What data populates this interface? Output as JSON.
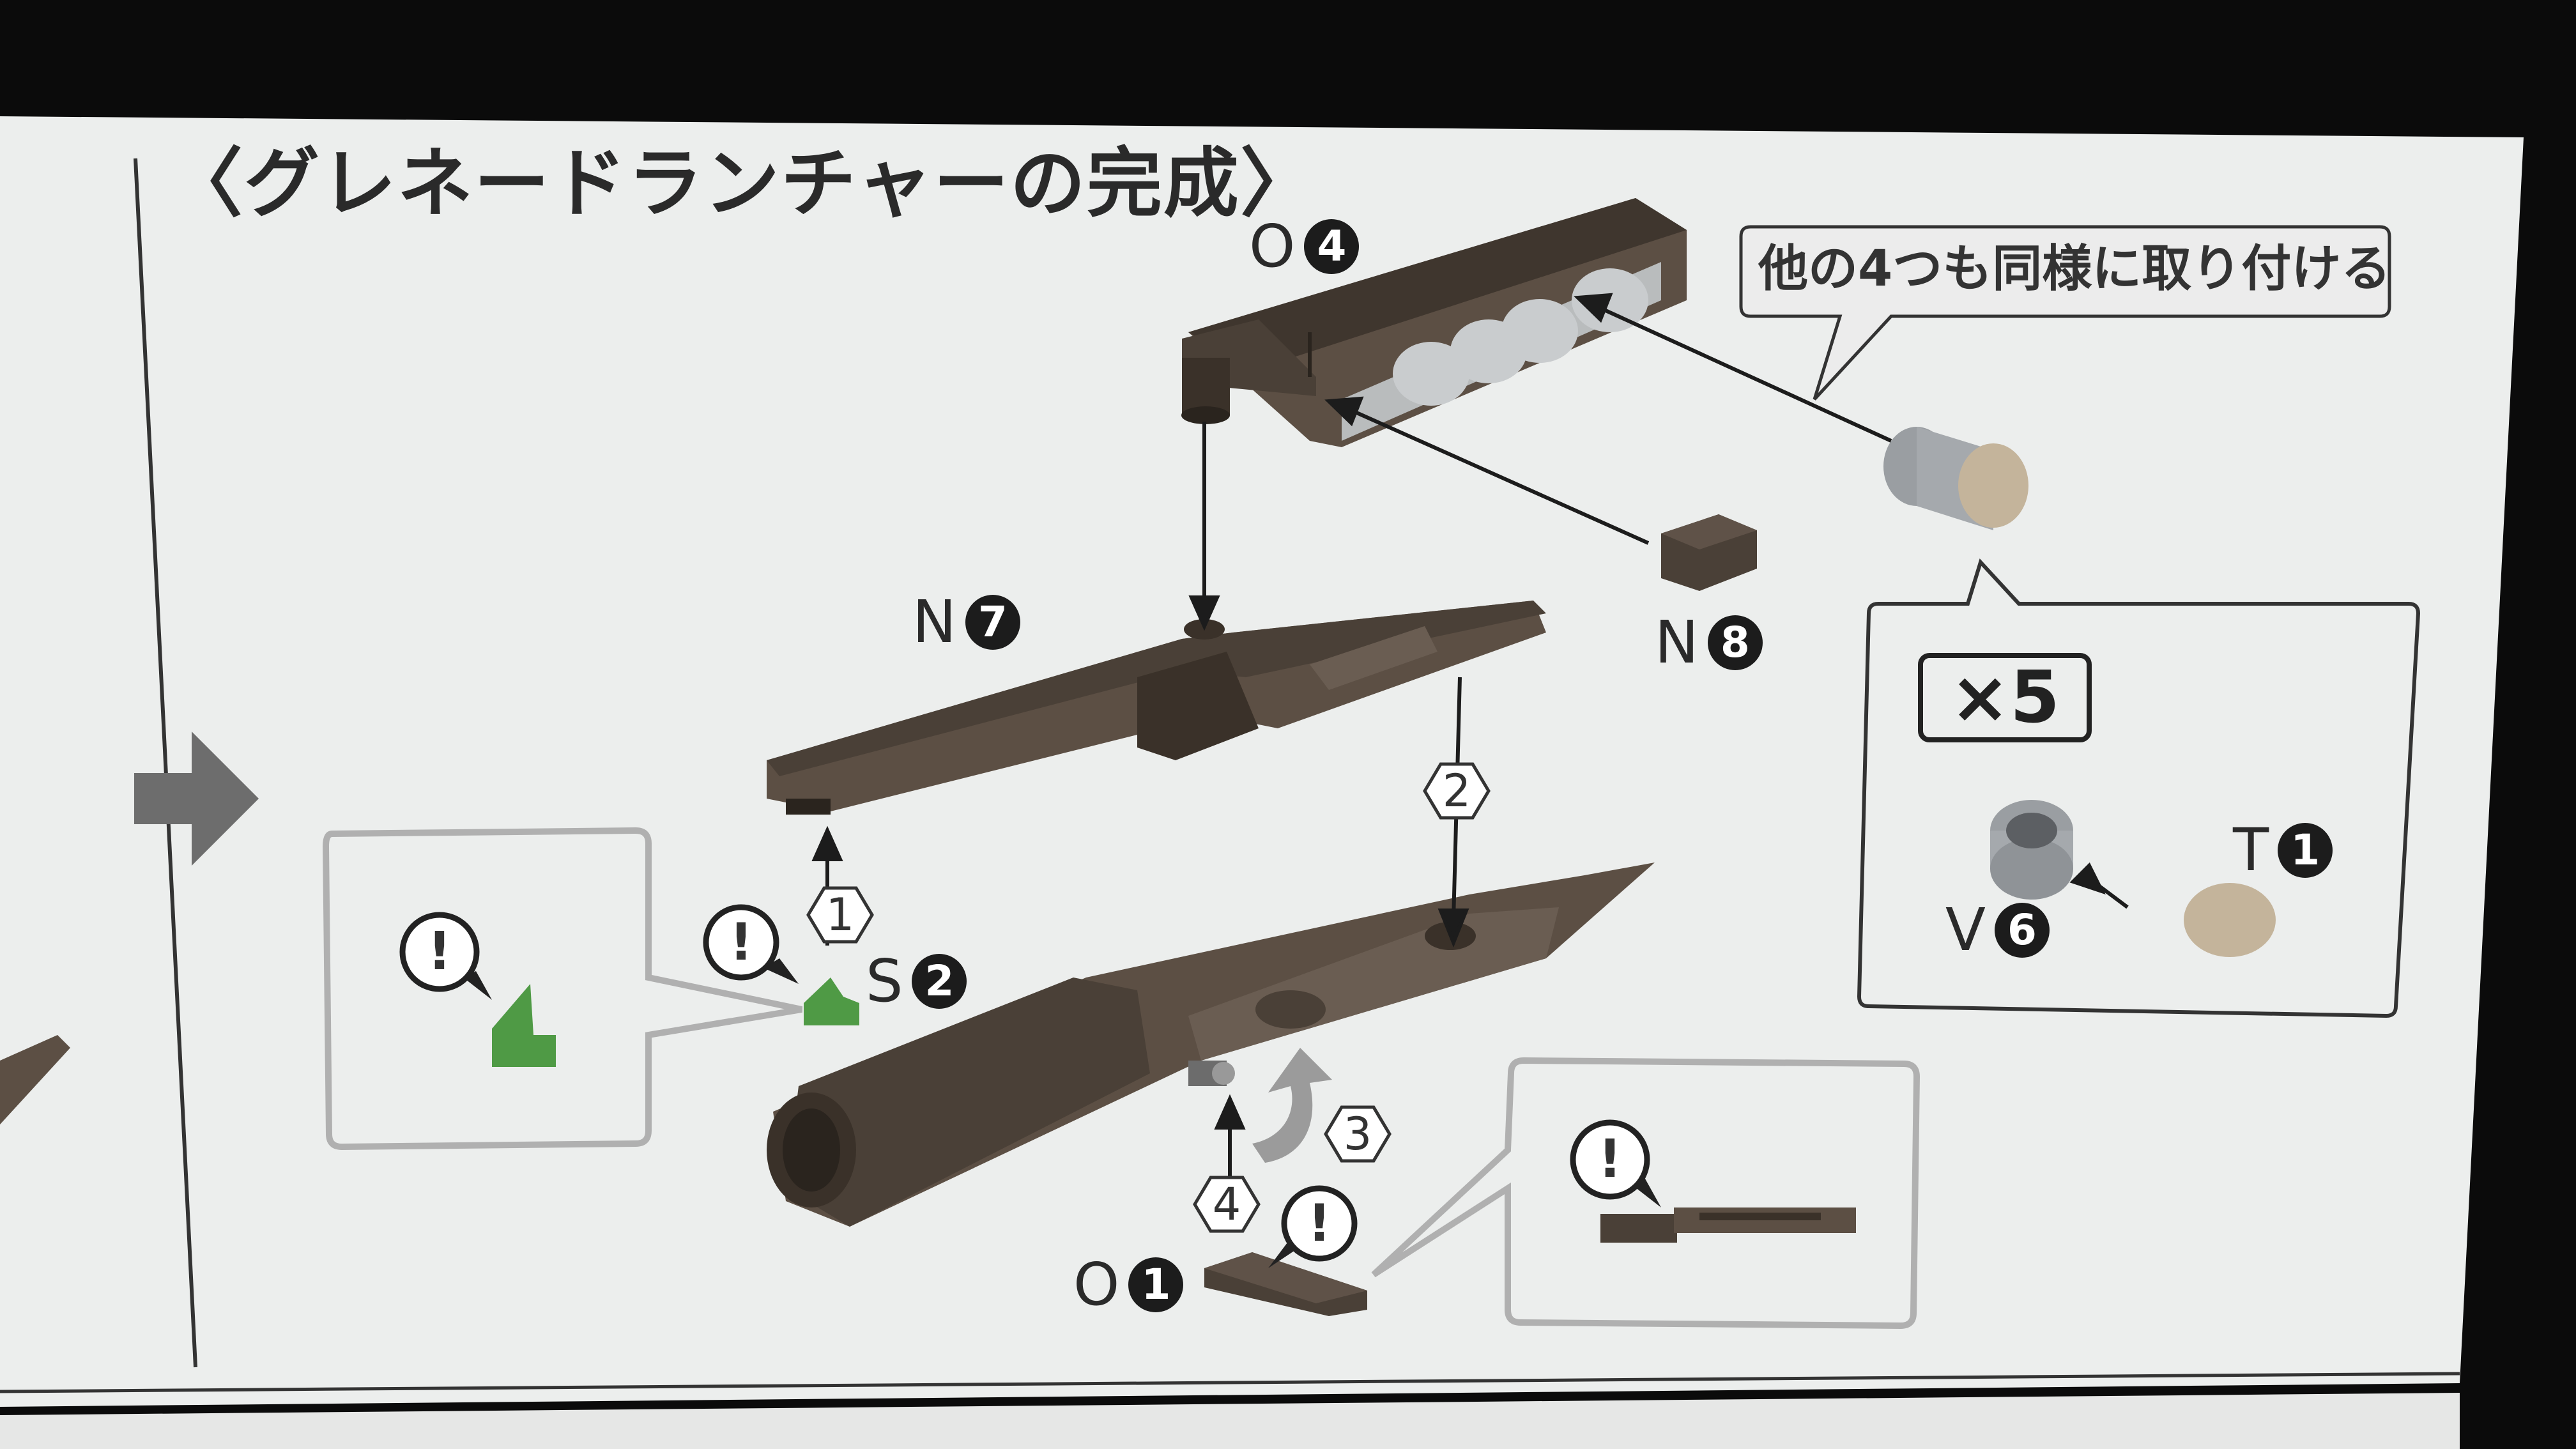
{
  "title": "〈グレネードランチャーの完成〉",
  "note": "他の4つも同様に取り付ける",
  "quantity": "×5",
  "parts": {
    "o4": {
      "letter": "O",
      "number": "4"
    },
    "n7": {
      "letter": "N",
      "number": "7"
    },
    "n8": {
      "letter": "N",
      "number": "8"
    },
    "s2": {
      "letter": "S",
      "number": "2"
    },
    "o1": {
      "letter": "O",
      "number": "1"
    },
    "v6": {
      "letter": "V",
      "number": "6"
    },
    "t1": {
      "letter": "T",
      "number": "1"
    }
  },
  "steps": [
    "1",
    "2",
    "3",
    "4"
  ],
  "caution_mark": "!",
  "colors": {
    "paper": "#eceeed",
    "part_brown": "#5c4f44",
    "part_dark": "#3a3129",
    "accent_green": "#4f9a45",
    "arrow_gray": "#6d6d6d",
    "shell_gray": "#a5a9ad",
    "tip_tan": "#c4b49b"
  }
}
